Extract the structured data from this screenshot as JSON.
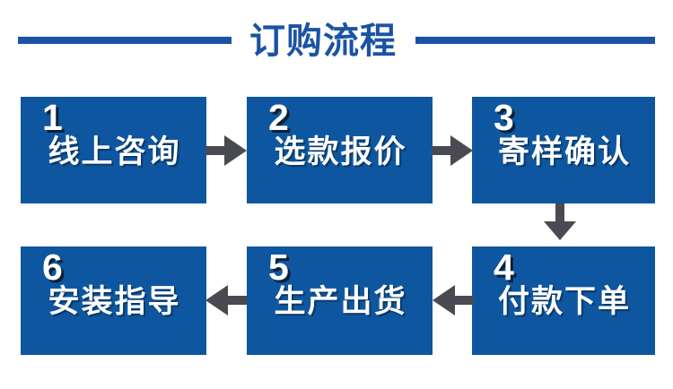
{
  "title": {
    "text": "订购流程"
  },
  "colors": {
    "accent_blue": "#1B53A3",
    "box_blue": "#0E57A0",
    "arrow_gray": "#4A4A52",
    "text_white": "#FFFFFF"
  },
  "steps": [
    {
      "number": "1",
      "label": "线上咨询"
    },
    {
      "number": "2",
      "label": "选款报价"
    },
    {
      "number": "3",
      "label": "寄样确认"
    },
    {
      "number": "4",
      "label": "付款下单"
    },
    {
      "number": "5",
      "label": "生产出货"
    },
    {
      "number": "6",
      "label": "安装指导"
    }
  ],
  "flow": {
    "arrows": [
      {
        "from": "1",
        "to": "2",
        "direction": "right"
      },
      {
        "from": "2",
        "to": "3",
        "direction": "right"
      },
      {
        "from": "3",
        "to": "4",
        "direction": "down"
      },
      {
        "from": "4",
        "to": "5",
        "direction": "left"
      },
      {
        "from": "5",
        "to": "6",
        "direction": "left"
      }
    ]
  }
}
